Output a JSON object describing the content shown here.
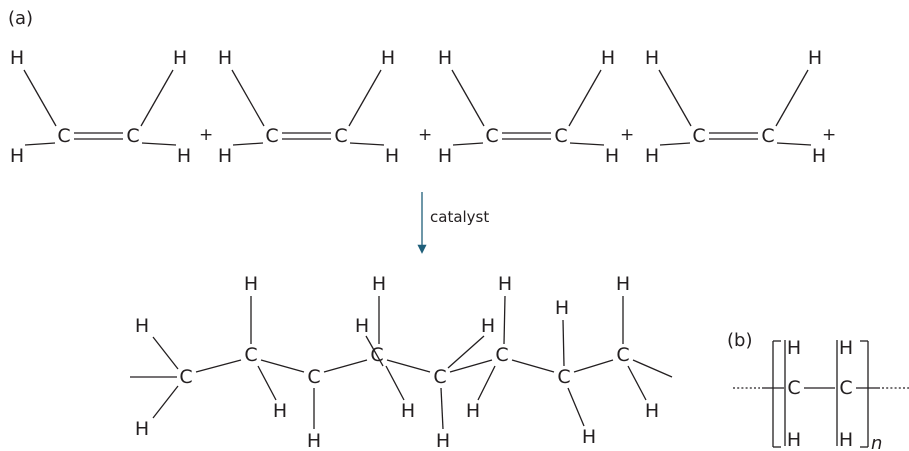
{
  "labels": {
    "part_a": "(a)",
    "part_b": "(b)",
    "catalyst": "catalyst",
    "plus": "+",
    "subscript_n": "n"
  },
  "atoms": {
    "carbon": "C",
    "hydrogen": "H"
  },
  "colors": {
    "ink": "#231f20",
    "arrow": "#1f5f7a"
  }
}
